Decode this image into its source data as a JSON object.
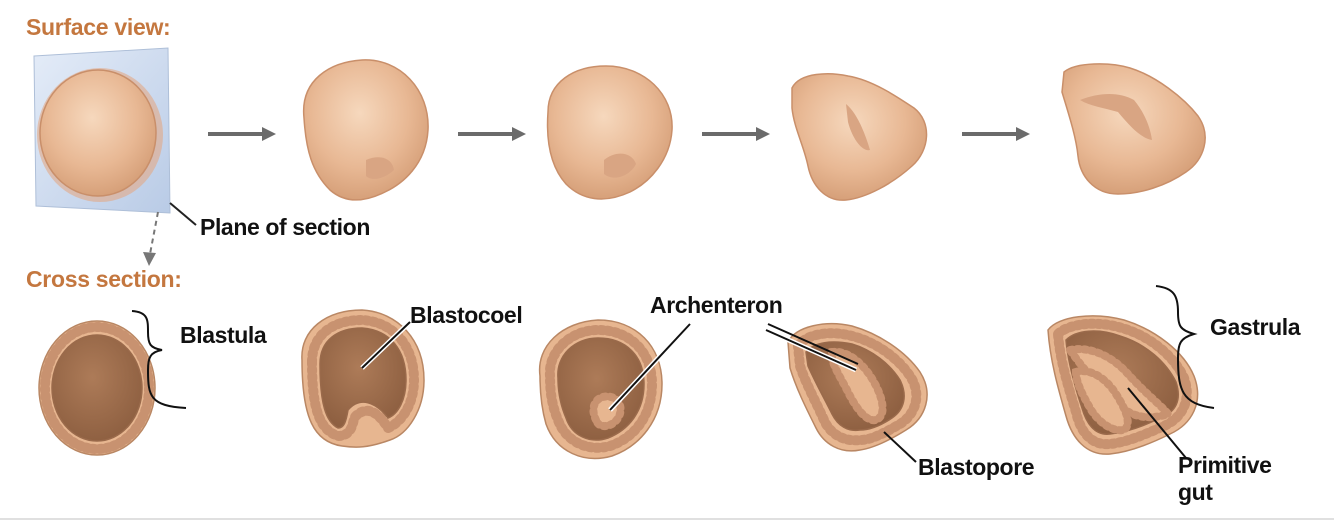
{
  "headings": {
    "surface": "Surface view:",
    "cross": "Cross section:"
  },
  "labels": {
    "plane_of_section": "Plane of section",
    "blastula": "Blastula",
    "blastocoel": "Blastocoel",
    "archenteron": "Archenteron",
    "gastrula": "Gastrula",
    "blastopore": "Blastopore",
    "primitive_gut_line1": "Primitive",
    "primitive_gut_line2": "gut"
  },
  "colors": {
    "heading": "#c4773f",
    "embryo_surface": "#e8b894",
    "embryo_interior": "#9b6b4a",
    "cell_fill": "#f0d2b4",
    "arrow": "#6b6b6b",
    "plane": "#c9d8ee"
  }
}
